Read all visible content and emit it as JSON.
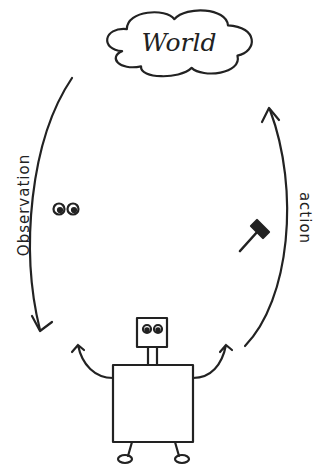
{
  "diagram": {
    "nodes": [
      {
        "text": [
          "World"
        ]
      }
    ],
    "labels": [
      "Observation",
      "action"
    ]
  }
}
